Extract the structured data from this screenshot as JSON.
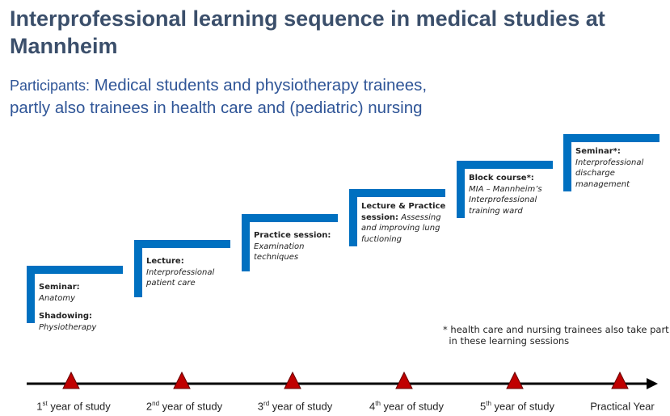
{
  "title": "Interprofessional learning sequence in medical studies at Mannheim",
  "participants": {
    "label": "Participants:",
    "line1": "Medical students and physiotherapy trainees,",
    "line2": "partly also trainees in health care and (pediatric) nursing"
  },
  "steps": [
    {
      "b1": "Seminar:",
      "i1": "Anatomy",
      "b2": "Shadowing:",
      "i2": "Physiotherapy"
    },
    {
      "b1": "Lecture:",
      "i1": "Interprofessional patient care"
    },
    {
      "b1": "Practice session:",
      "i1": "Examination techniques"
    },
    {
      "b1": "Lecture & Practice session:",
      "i1": "Assessing and improving lung fuctioning"
    },
    {
      "b1": "Block course*:",
      "i1": "MIA – Mannheim’s Interprofessional training ward"
    },
    {
      "b1": "Seminar*:",
      "i1": "Interprofessional discharge management"
    }
  ],
  "note": {
    "line1": "* health care and nursing trainees also take part",
    "line2": "in these learning sessions"
  },
  "timeline": [
    {
      "num": "1",
      "sup": "st",
      "rest": " year of study"
    },
    {
      "num": "2",
      "sup": "nd",
      "rest": " year of study"
    },
    {
      "num": "3",
      "sup": "rd",
      "rest": " year of study"
    },
    {
      "num": "4",
      "sup": "th",
      "rest": " year of study"
    },
    {
      "num": "5",
      "sup": "th",
      "rest": " year of study"
    },
    {
      "num": "",
      "sup": "",
      "rest": "Practical Year"
    }
  ],
  "colors": {
    "bar": "#0070c0",
    "marker": "#c00000",
    "title": "#3b4f6b"
  }
}
